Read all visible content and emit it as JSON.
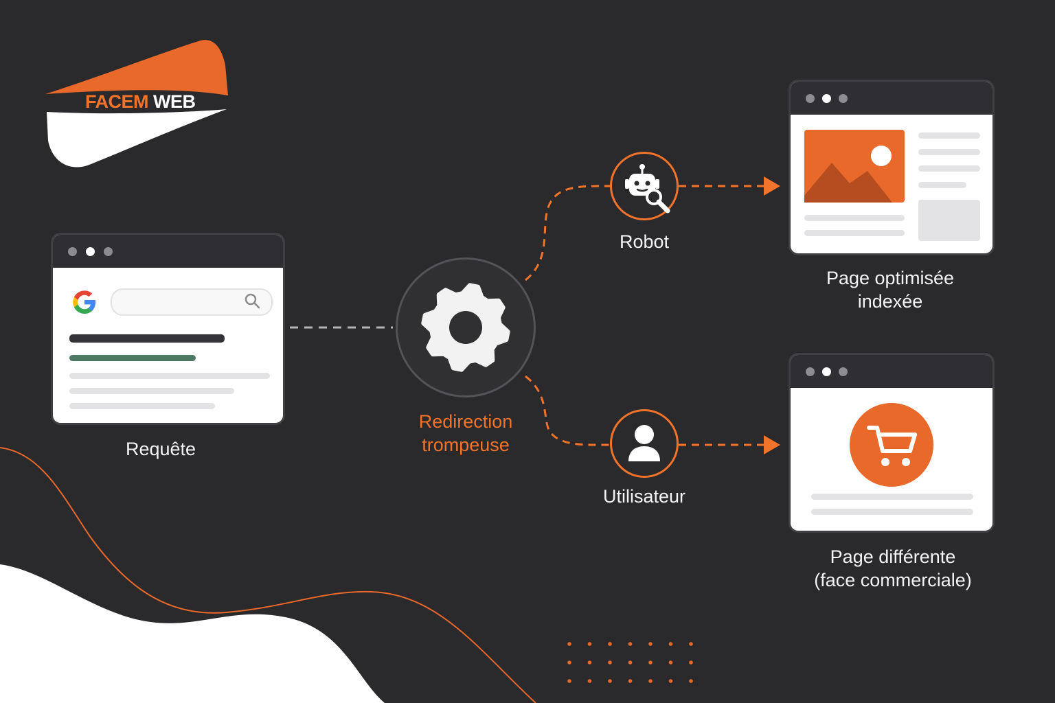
{
  "logo": {
    "brand_left": "FACEM",
    "brand_right": "WEB"
  },
  "nodes": {
    "request": {
      "label": "Requête"
    },
    "redirect": {
      "label_line1": "Redirection",
      "label_line2": "trompeuse"
    },
    "robot": {
      "label": "Robot"
    },
    "user": {
      "label": "Utilisateur"
    },
    "optimized_page": {
      "label_line1": "Page optimisée",
      "label_line2": "indexée"
    },
    "different_page": {
      "label_line1": "Page différente",
      "label_line2": "(face commerciale)"
    }
  },
  "icons": {
    "search_engine": "google-g-icon",
    "search": "magnifier-icon",
    "redirect": "gear-icon",
    "robot": "robot-search-icon",
    "user": "user-icon",
    "image": "image-placeholder-icon",
    "cart": "shopping-cart-icon"
  },
  "colors": {
    "background": "#2a292c",
    "accent": "#f2732a",
    "text": "#f4f4f4",
    "card": "#ffffff",
    "card_bar": "#2f2e32"
  }
}
